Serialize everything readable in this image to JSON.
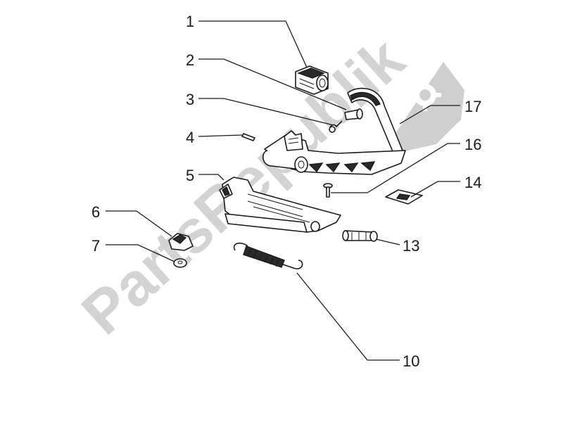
{
  "watermark": {
    "text": "PartsRepublik",
    "color": "#d3d3d3"
  },
  "callouts": [
    {
      "id": "1",
      "label": "1"
    },
    {
      "id": "2",
      "label": "2"
    },
    {
      "id": "3",
      "label": "3"
    },
    {
      "id": "4",
      "label": "4"
    },
    {
      "id": "5",
      "label": "5"
    },
    {
      "id": "6",
      "label": "6"
    },
    {
      "id": "7",
      "label": "7"
    },
    {
      "id": "10",
      "label": "10"
    },
    {
      "id": "13",
      "label": "13"
    },
    {
      "id": "14",
      "label": "14"
    },
    {
      "id": "16",
      "label": "16"
    },
    {
      "id": "17",
      "label": "17"
    }
  ],
  "colors": {
    "ink": "#1a1a1a",
    "background": "#ffffff",
    "watermark": "#d3d3d3"
  }
}
